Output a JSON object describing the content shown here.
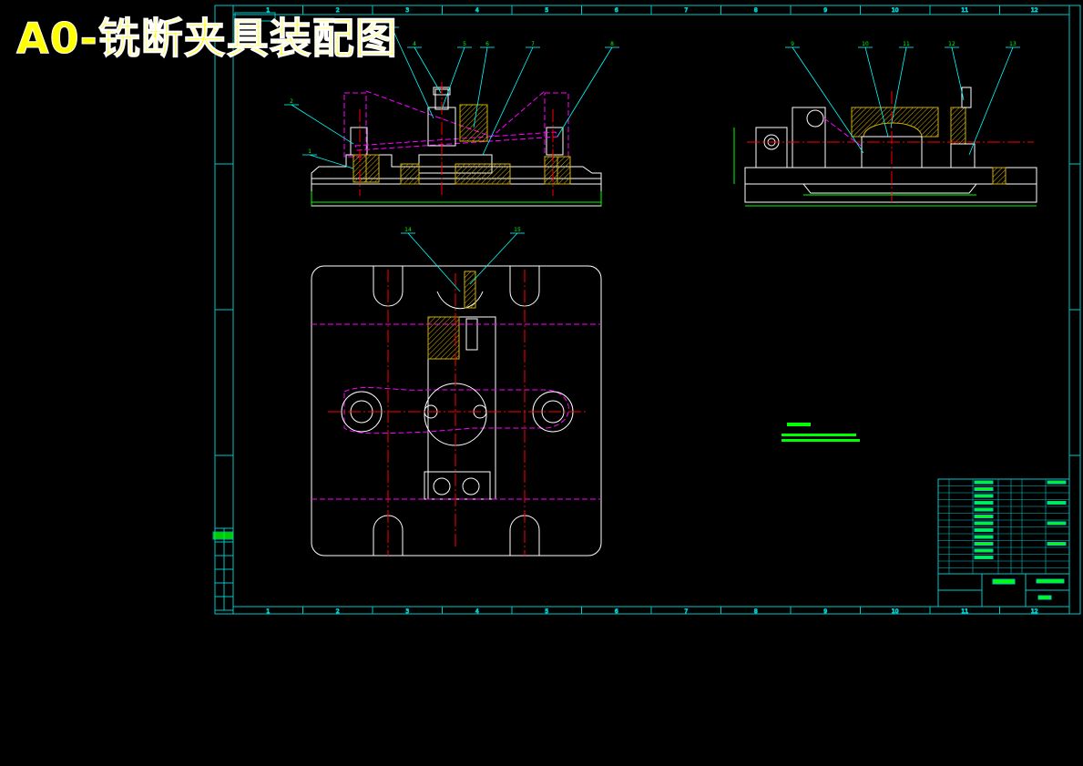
{
  "title": {
    "text": "A0-铣断夹具装配图",
    "fill_color": "#ffff00",
    "outline_color": "#ffffff"
  },
  "colors": {
    "background": "#000000",
    "frame": "#00c8c8",
    "geometry": "#ffffff",
    "dimension": "#00ff00",
    "center_line": "#ff0000",
    "hidden_line": "#ff00ff",
    "leader": "#00ffff",
    "hatch": "#d2b000"
  },
  "zone_marks": {
    "top": [
      "1",
      "2",
      "3",
      "4",
      "5",
      "6",
      "7",
      "8",
      "9",
      "10",
      "11",
      "12"
    ],
    "bottom": [
      "1",
      "2",
      "3",
      "4",
      "5",
      "6",
      "7",
      "8",
      "9",
      "10",
      "11",
      "12"
    ]
  },
  "balloons": {
    "front_view": [
      "1",
      "2",
      "3",
      "4",
      "5",
      "6",
      "7",
      "8"
    ],
    "side_view": [
      "9",
      "10",
      "11",
      "12",
      "13"
    ],
    "top_view": [
      "14",
      "15"
    ]
  }
}
